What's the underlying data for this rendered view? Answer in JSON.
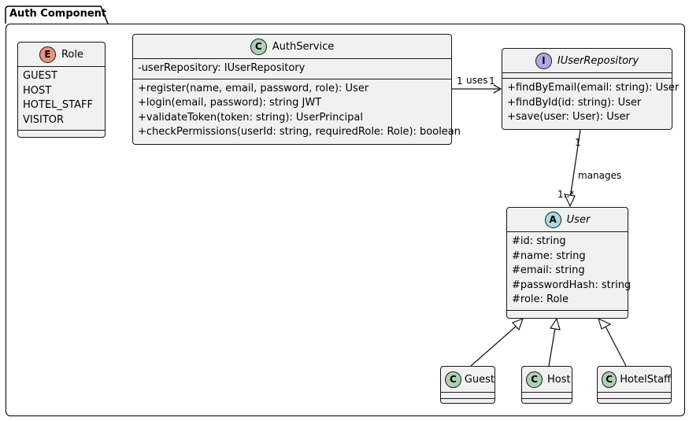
{
  "package": {
    "title": "Auth Component"
  },
  "classes": {
    "role": {
      "stereotype": "E",
      "name": "Role",
      "badge_color": "#eb937f",
      "values": [
        "GUEST",
        "HOST",
        "HOTEL_STAFF",
        "VISITOR"
      ]
    },
    "auth_service": {
      "stereotype": "C",
      "name": "AuthService",
      "badge_color": "#add1b2",
      "fields": [
        "-userRepository: IUserRepository"
      ],
      "methods": [
        "+register(name, email, password, role): User",
        "+login(email, password): string JWT",
        "+validateToken(token: string): UserPrincipal",
        "+checkPermissions(userId: string, requiredRole: Role): boolean"
      ]
    },
    "iuser_repository": {
      "stereotype": "I",
      "name": "IUserRepository",
      "badge_color": "#b4a7e5",
      "methods": [
        "+findByEmail(email: string): User",
        "+findById(id: string): User",
        "+save(user: User): User"
      ]
    },
    "user": {
      "stereotype": "A",
      "name": "User",
      "badge_color": "#a9dcdf",
      "fields": [
        "#id: string",
        "#name: string",
        "#email: string",
        "#passwordHash: string",
        "#role: Role"
      ]
    },
    "guest": {
      "stereotype": "C",
      "name": "Guest",
      "badge_color": "#add1b2"
    },
    "host": {
      "stereotype": "C",
      "name": "Host",
      "badge_color": "#add1b2"
    },
    "hotel_staff": {
      "stereotype": "C",
      "name": "HotelStaff",
      "badge_color": "#add1b2"
    }
  },
  "relations": {
    "uses": {
      "label": "uses",
      "source_mult": "1",
      "target_mult": "1"
    },
    "manages": {
      "label": "manages",
      "source_mult": "1",
      "target_mult": "1..*"
    }
  }
}
